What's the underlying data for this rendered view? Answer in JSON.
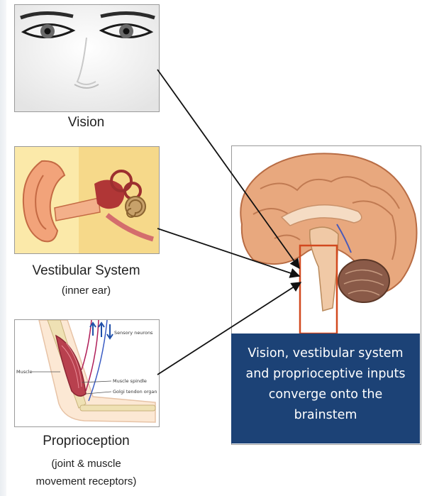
{
  "panels": {
    "vision": {
      "caption": "Vision",
      "icon": "eyes-face-icon"
    },
    "vestibular": {
      "caption": "Vestibular System",
      "subcaption": "(inner ear)",
      "icon": "inner-ear-icon"
    },
    "proprioception": {
      "caption": "Proprioception",
      "subcaption_line1": "(joint & muscle",
      "subcaption_line2": "movement receptors)",
      "icon": "arm-muscle-icon",
      "labels": {
        "sensory": "Sensory neurons",
        "muscle": "Muscle",
        "spindle": "Muscle spindle",
        "golgi": "Golgi tendon organ"
      }
    },
    "brain": {
      "icon": "brain-sagittal-icon"
    }
  },
  "summary": {
    "lines": [
      "Vision, vestibular system",
      "and proprioceptive inputs",
      "converge onto the",
      "brainstem"
    ]
  },
  "colors": {
    "summary_bg": "#1c4276",
    "highlight": "#d2491f",
    "arrow": "#111111"
  }
}
